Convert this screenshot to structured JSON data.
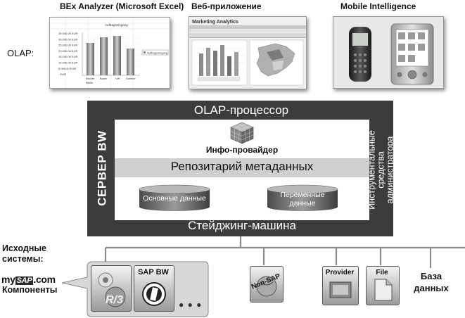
{
  "olap_label": "OLAP:",
  "frontends": {
    "bex": "BEx Analyzer (Microsoft Excel)",
    "web": "Веб-приложение",
    "mobile": "Mobile Intelligence"
  },
  "excel_chart": {
    "title": "Auftragseingang",
    "legend": "Auftragseingang",
    "y_ticks": [
      "35.000,00 EUR",
      "30.000,00 EUR",
      "25.000,00 EUR",
      "20.000,00 EUR",
      "15.000,00 EUR",
      "10.000,00 EUR",
      "5.000,00 EUR",
      "- EUR"
    ],
    "x_labels": [
      "Becker",
      "Bayer",
      "VW",
      "Daimler"
    ],
    "x_sub": "Berlin"
  },
  "web_app": {
    "title": "Marketing Analytics"
  },
  "server": {
    "label": "СЕРВЕР BW",
    "olap_processor": "OLAP-процессор",
    "info_provider": "Инфо-провайдер",
    "metadata_repo": "Репозитарий метаданных",
    "main_data": "Основные данные",
    "variable_data": "Переменные данные",
    "staging": "Стейджинг-машина",
    "admin_tools": "Инструментальные средства администратора"
  },
  "sources": {
    "title": "Исходные системы:",
    "mysap_my": "my",
    "mysap_sap": "SAP",
    "mysap_com": ".com",
    "components": "Компоненты",
    "r3": "R/3",
    "sapbw": "SAP BW",
    "dots": "● ● ●",
    "nonsap": "Non-SAP",
    "provider": "Provider",
    "file": "File",
    "database": "База данных"
  }
}
